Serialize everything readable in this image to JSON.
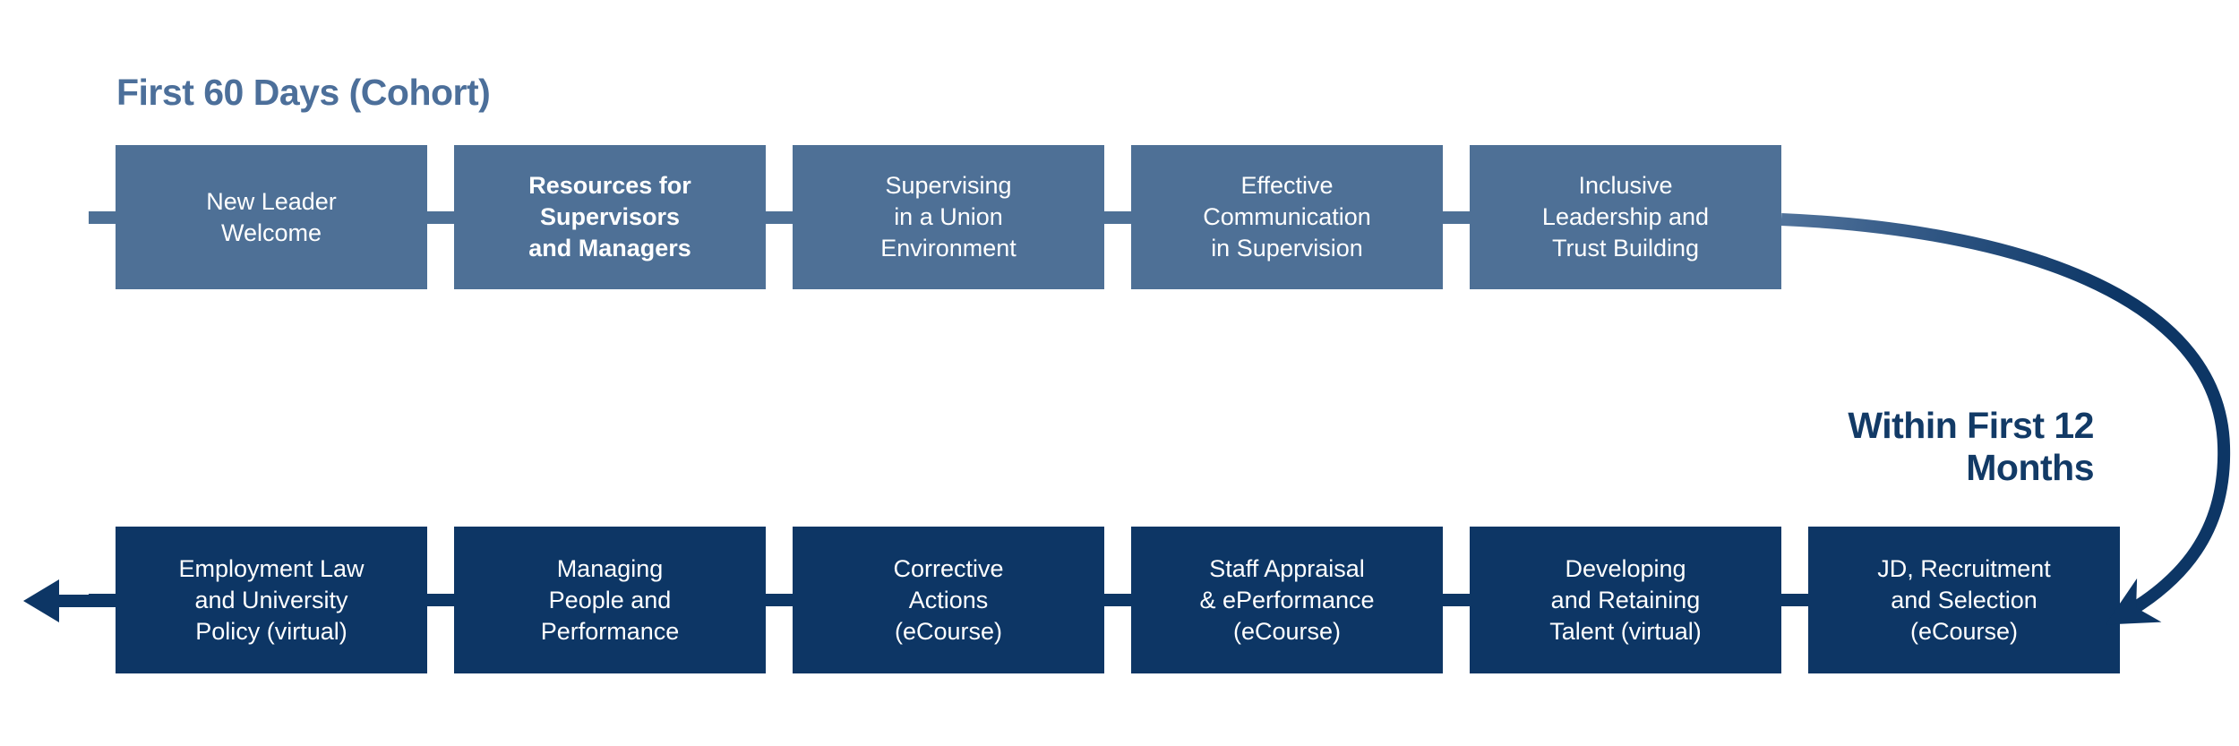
{
  "diagram": {
    "title_top": "First 60 Days (Cohort)",
    "title_bottom": "Within First 12\nMonths",
    "rows": {
      "first_60_days": {
        "boxes": [
          {
            "label": "New Leader\nWelcome",
            "bold": false
          },
          {
            "label": "Resources for\nSupervisors\nand Managers",
            "bold": true
          },
          {
            "label": "Supervising\nin a Union\nEnvironment",
            "bold": false
          },
          {
            "label": "Effective\nCommunication\nin Supervision",
            "bold": false
          },
          {
            "label": "Inclusive\nLeadership and\nTrust Building",
            "bold": false
          }
        ]
      },
      "within_first_12_months": {
        "boxes": [
          {
            "label": "Employment Law\nand University\nPolicy (virtual)",
            "bold": false
          },
          {
            "label": "Managing\nPeople and\nPerformance",
            "bold": false
          },
          {
            "label": "Corrective\nActions\n(eCourse)",
            "bold": false
          },
          {
            "label": "Staff Appraisal\n& ePerformance\n(eCourse)",
            "bold": false
          },
          {
            "label": "Developing\nand Retaining\nTalent (virtual)",
            "bold": false
          },
          {
            "label": "JD, Recruitment\nand Selection\n(eCourse)",
            "bold": false
          }
        ]
      }
    },
    "colors": {
      "slate_box": "#4E7096",
      "slate_heading": "#4C6F9A",
      "navy_box": "#0D3665",
      "navy_heading": "#123A66",
      "arc_start": "#51739B",
      "arc_mid": "#2B5280",
      "arc_end": "#0D3665",
      "box_text": "#FFFFFF",
      "background": "#FFFFFF"
    }
  }
}
